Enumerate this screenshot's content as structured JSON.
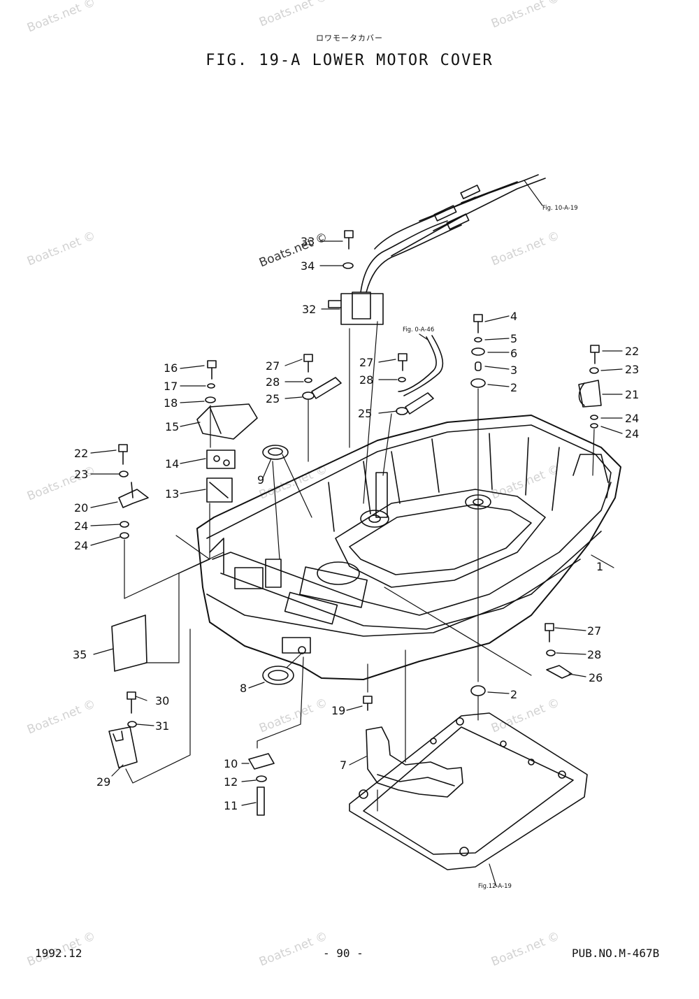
{
  "title_jp": "ロワモータカバー",
  "title": "FIG. 19-A LOWER MOTOR COVER",
  "footer": {
    "date": "1992.12",
    "page": "- 90 -",
    "pub": "PUB.NO.M-467B"
  },
  "watermark": "Boats.net ©",
  "references": {
    "harness": "Fig. 10-A-19",
    "tube": "Fig. 0-A-46",
    "bracket": "Fig.12-A-19"
  },
  "part_labels": [
    "1",
    "2",
    "2",
    "3",
    "4",
    "5",
    "6",
    "7",
    "8",
    "9",
    "10",
    "11",
    "12",
    "13",
    "14",
    "15",
    "16",
    "17",
    "18",
    "19",
    "20",
    "21",
    "22",
    "22",
    "23",
    "23",
    "24",
    "24",
    "24",
    "24",
    "25",
    "25",
    "26",
    "27",
    "27",
    "27",
    "28",
    "28",
    "28",
    "29",
    "30",
    "31",
    "32",
    "33",
    "34",
    "35"
  ]
}
